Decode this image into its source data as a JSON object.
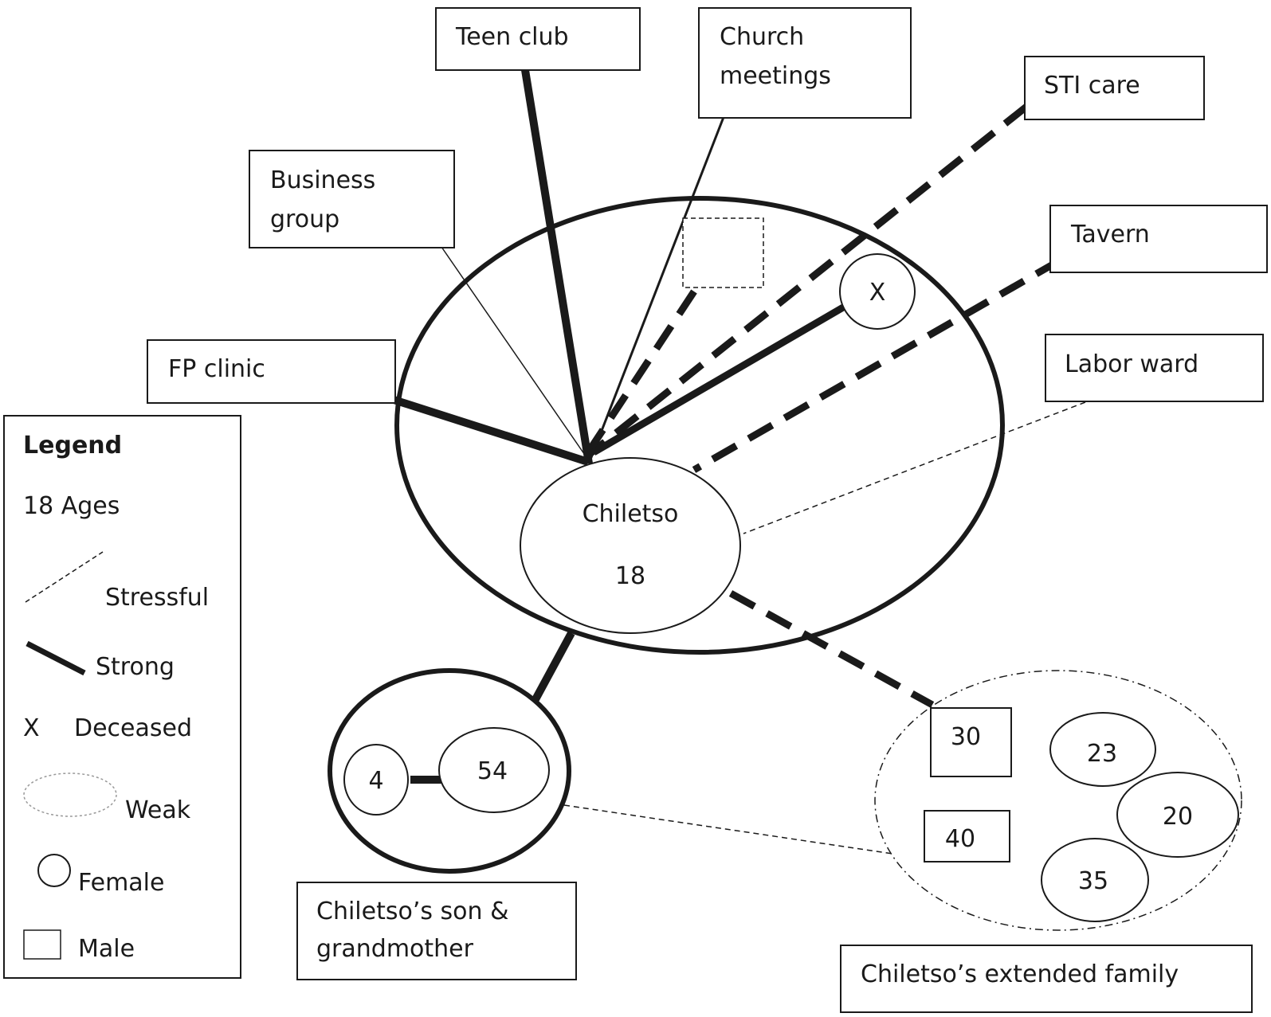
{
  "nodes": {
    "teen_club": {
      "label": "Teen club"
    },
    "church_meetings": {
      "line1": "Church",
      "line2": "meetings"
    },
    "sti_care": {
      "label": "STI care"
    },
    "business_group": {
      "line1": "Business",
      "line2": "group"
    },
    "tavern": {
      "label": "Tavern"
    },
    "labor_ward": {
      "label": "Labor ward"
    },
    "fp_clinic": {
      "label": "FP clinic"
    }
  },
  "focal": {
    "name": "Chiletso",
    "age": "18"
  },
  "household": {
    "deceased_mark": "X"
  },
  "son_group": {
    "son_age": "4",
    "grandmother_age": "54",
    "caption_line1": "Chiletso’s son &",
    "caption_line2": "grandmother"
  },
  "extended_family": {
    "caption": "Chiletso’s extended family",
    "male_ages": [
      "30",
      "40"
    ],
    "female_ages": [
      "23",
      "20",
      "35"
    ]
  },
  "legend": {
    "title": "Legend",
    "ages": "18 Ages",
    "stressful": "Stressful",
    "strong": "Strong",
    "deceased_symbol": "X",
    "deceased": "Deceased",
    "weak": "Weak",
    "female": "Female",
    "male": "Male"
  },
  "colors": {
    "ink": "#1a1a1a",
    "background": "#ffffff",
    "weak_outline": "#999999"
  }
}
